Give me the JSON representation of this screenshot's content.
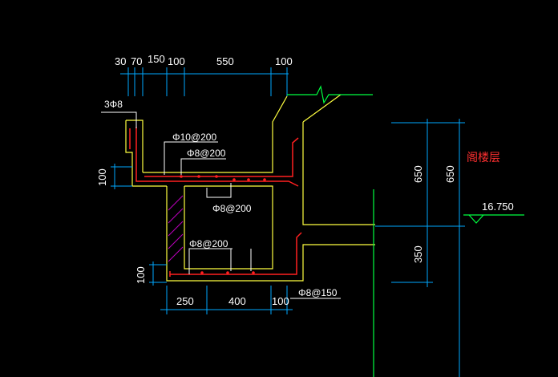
{
  "drawing": {
    "top_dims": [
      "30",
      "70",
      "150",
      "100",
      "550",
      "100"
    ],
    "bottom_dims": [
      "250",
      "400",
      "100"
    ],
    "left_dims": [
      "100",
      "100"
    ],
    "right_dims": [
      "650",
      "650",
      "350"
    ],
    "rebar_labels": {
      "top_bar": "3Φ8",
      "slab_top": "Φ10@200",
      "slab_mid": "Φ8@200",
      "slab_below": "Φ8@200",
      "lower_slab": "Φ8@200",
      "bottom_right": "Φ8@150"
    },
    "level_label": "阁楼层",
    "elevation": "16.750",
    "colors": {
      "background": "#000000",
      "dimension_lines": "#00a8ff",
      "concrete_outline": "#ffff40",
      "rebar": "#ff2020",
      "slab_line": "#00ff40",
      "text": "#ffffff",
      "level_text": "#ff3030",
      "hatch": "#c000c0"
    }
  }
}
